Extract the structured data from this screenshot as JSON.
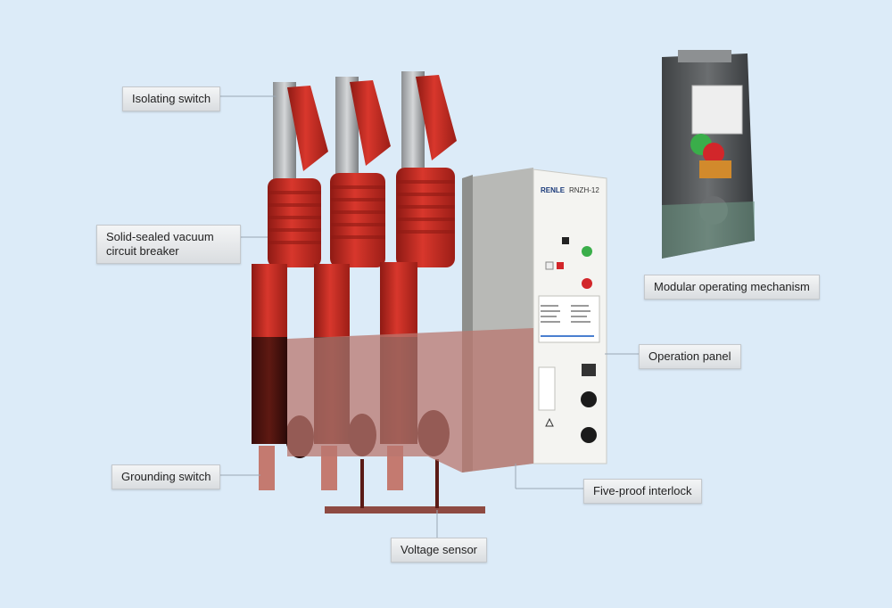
{
  "labels": {
    "isolating_switch": "Isolating switch",
    "circuit_breaker": "Solid-sealed vacuum circuit breaker",
    "grounding_switch": "Grounding switch",
    "voltage_sensor": "Voltage sensor",
    "operating_mechanism": "Modular operating mechanism",
    "operation_panel": "Operation panel",
    "interlock": "Five-proof interlock"
  },
  "panel": {
    "brand": "RENLE",
    "model": "RNZH-12"
  },
  "colors": {
    "background": "#dcebf8",
    "pole_red": "#c8281f",
    "pole_dark": "#7a1a14",
    "panel_white": "#f4f4f1",
    "lower_overlay": "#b9776f"
  }
}
